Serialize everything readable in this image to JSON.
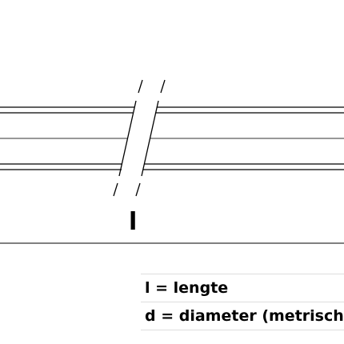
{
  "length_symbol": "l",
  "legend": [
    {
      "text": "l = lengte"
    },
    {
      "text": "d = diameter (metrisch)"
    }
  ],
  "colors": {
    "line": "#000000",
    "center_line": "#333333",
    "legend_border": "#dddddd"
  }
}
